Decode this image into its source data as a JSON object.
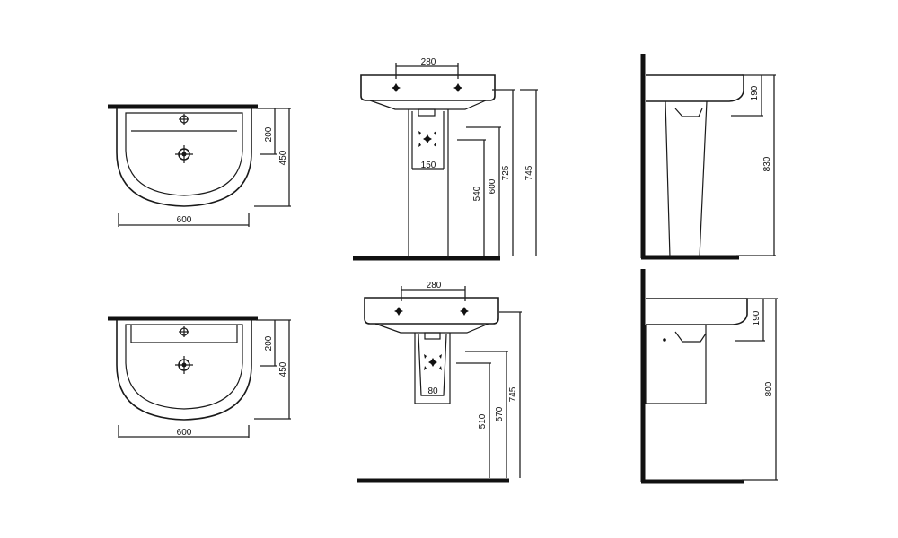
{
  "colors": {
    "line": "#1a1a1a",
    "background": "#ffffff"
  },
  "top_row": {
    "plan": {
      "basin_width": "600",
      "basin_depth": "450",
      "tap_offset": "200"
    },
    "front": {
      "tap_spacing": "280",
      "pedestal_width": "150",
      "waste_height": "540",
      "supply_height": "600",
      "rim_height_1": "725",
      "rim_height_2": "745"
    },
    "side": {
      "bowl_depth": "190",
      "total_height": "830"
    }
  },
  "bottom_row": {
    "plan": {
      "basin_width": "600",
      "basin_depth": "450",
      "tap_offset": "200"
    },
    "front": {
      "tap_spacing": "280",
      "semi_pedestal_width": "80",
      "waste_height": "510",
      "supply_height": "570",
      "rim_height": "745"
    },
    "side": {
      "bowl_depth": "190",
      "total_height": "800"
    }
  }
}
